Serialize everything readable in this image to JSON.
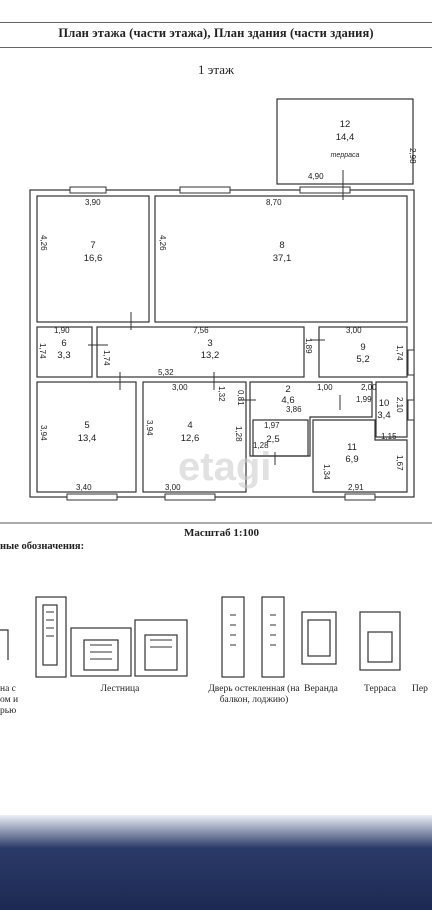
{
  "header": {
    "title": "План этажа (части этажа), План здания (части здания)"
  },
  "floor_label": "1 этаж",
  "rooms": [
    {
      "num": "12",
      "area": "14,4",
      "note": "терраса"
    },
    {
      "num": "7",
      "area": "16,6"
    },
    {
      "num": "8",
      "area": "37,1"
    },
    {
      "num": "6",
      "area": "3,3"
    },
    {
      "num": "3",
      "area": "13,2"
    },
    {
      "num": "9",
      "area": "5,2"
    },
    {
      "num": "2",
      "area": "4,6"
    },
    {
      "num": "10",
      "area": "3,4"
    },
    {
      "num": "5",
      "area": "13,4"
    },
    {
      "num": "4",
      "area": "12,6"
    },
    {
      "num": "2,5",
      "area": ""
    },
    {
      "num": "11",
      "area": "6,9"
    }
  ],
  "dims": [
    "3,90",
    "8,70",
    "4,90",
    "2,98",
    "4,26",
    "4,26",
    "1,90",
    "7,56",
    "3,00",
    "1,74",
    "1,74",
    "1,89",
    "1,74",
    "5,32",
    "3,00",
    "1,32",
    "0,81",
    "1,00",
    "2,00",
    "3,86",
    "1,99",
    "2,10",
    "1,97",
    "1,28",
    "1,28",
    "1,15",
    "3,94",
    "3,94",
    "1,34",
    "1,67",
    "3,40",
    "3,00",
    "2,91"
  ],
  "scale": "Масштаб 1:100",
  "legend_title": "ные обозначения:",
  "legend": {
    "left_caption": [
      "на с",
      "ом и",
      "рью"
    ],
    "stairs": "Лестница",
    "door": "Дверь остекленная (на балкон, лоджию)",
    "veranda": "Веранда",
    "terrace": "Терраса",
    "right_caption": "Пер"
  },
  "watermark": "etagi"
}
